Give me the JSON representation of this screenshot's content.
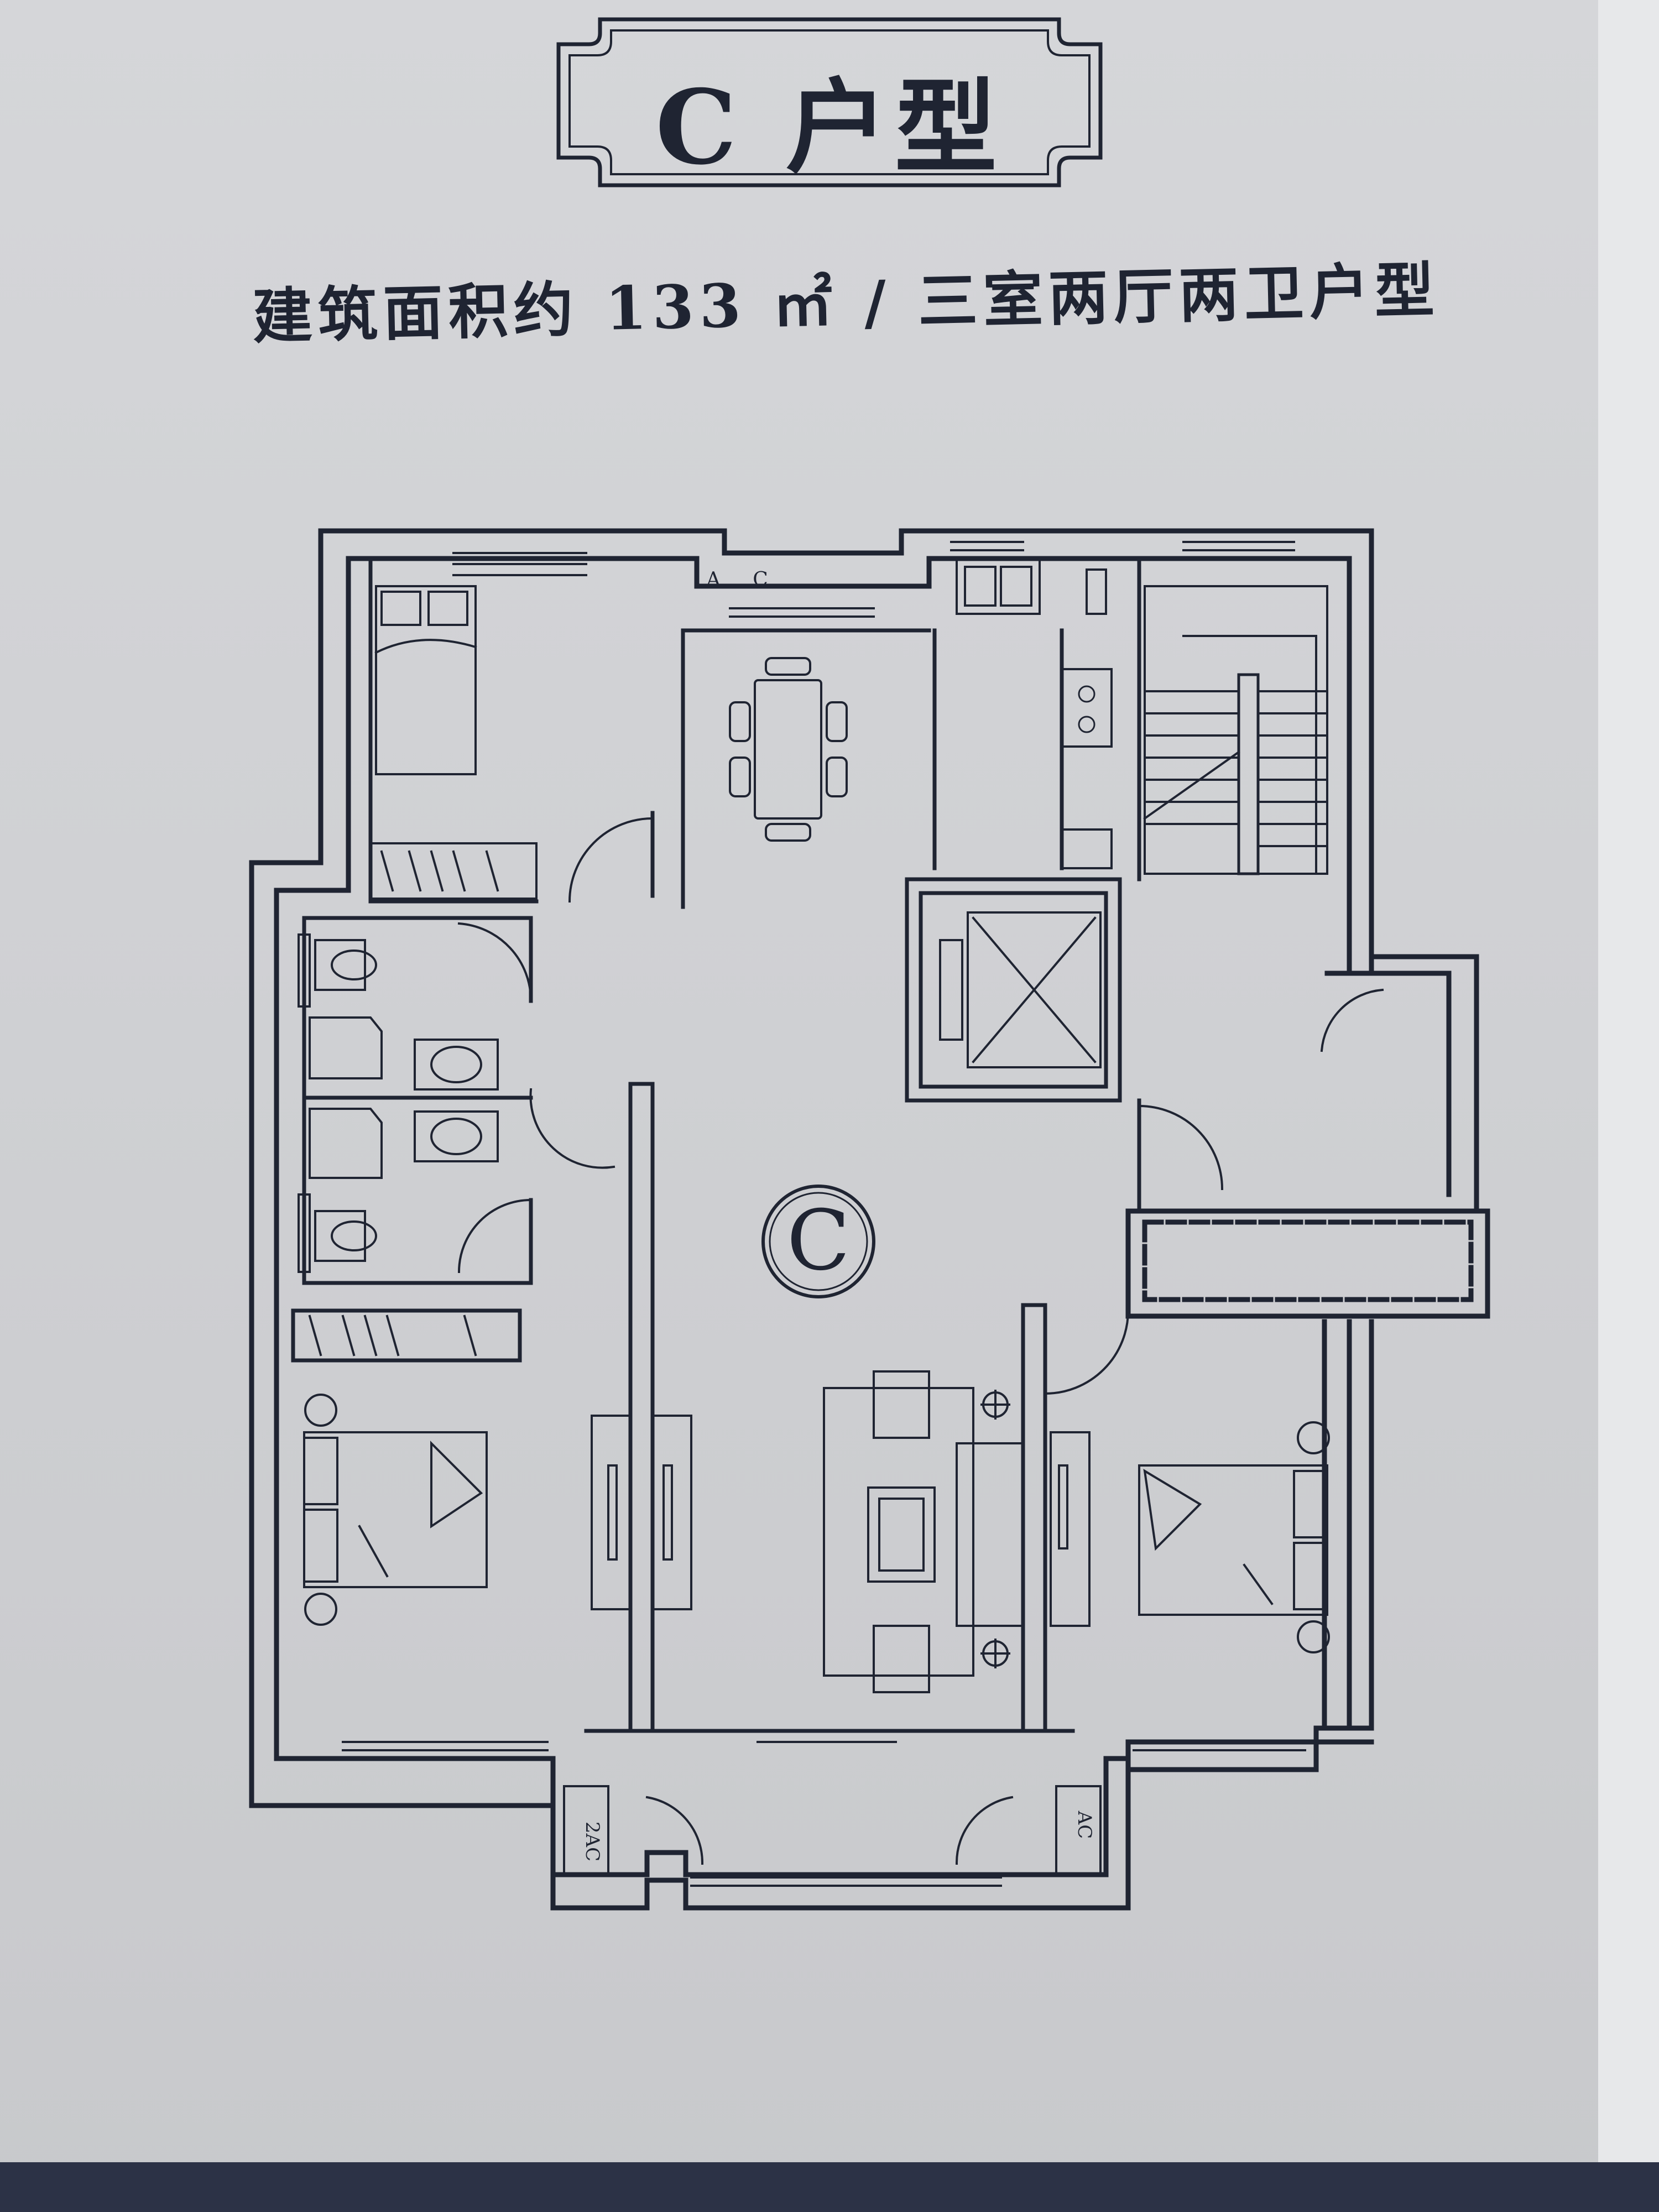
{
  "header": {
    "title": "C 户型",
    "subtitle": "建筑面积约 133 ㎡ / 三室两厅两卫户型"
  },
  "plan": {
    "unit_marker": "C",
    "ac_tag_top": "A",
    "ac_tag_top_right": "C",
    "ac_tag_left": "2AC",
    "ac_tag_right": "AC"
  },
  "colors": {
    "ink": "#1f2432",
    "paper": "#d3d4d7",
    "band": "#2c3246"
  }
}
